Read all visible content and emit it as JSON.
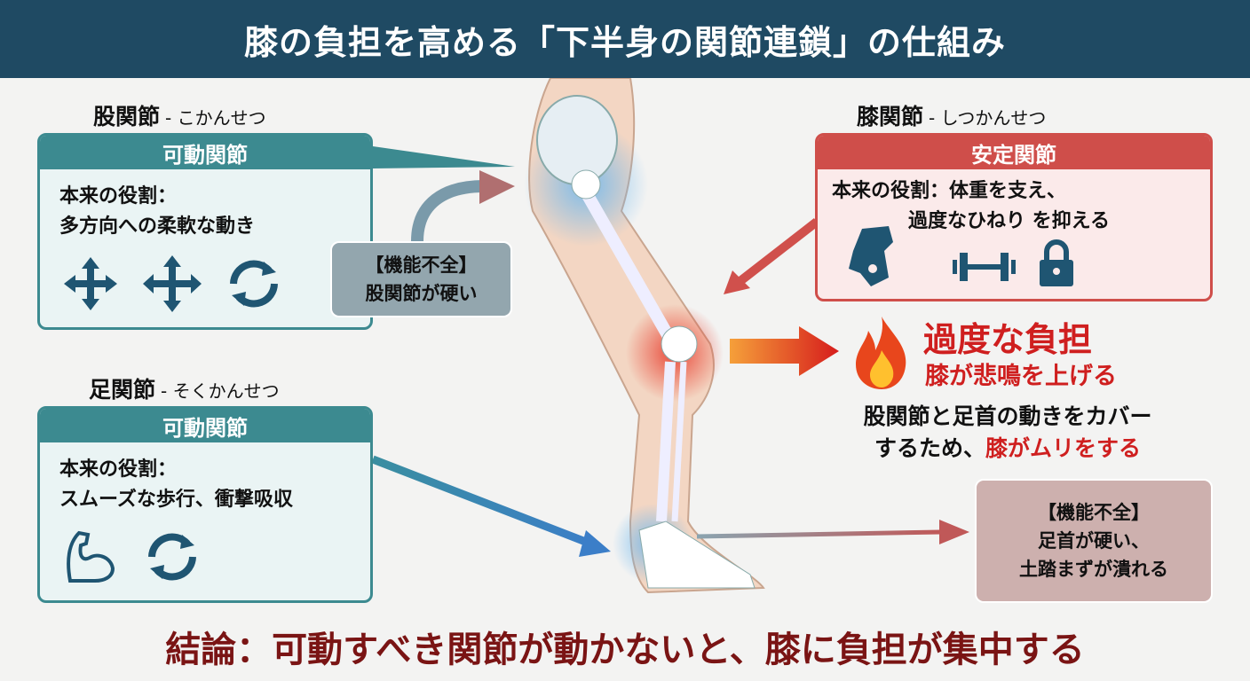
{
  "title": "膝の負担を高める「下半身の関節連鎖」の仕組み",
  "hip": {
    "name": "股関節",
    "reading": "- こかんせつ",
    "type": "可動関節",
    "role_label": "本来の役割：",
    "role": "多方向への柔軟な動き",
    "icons": [
      "move-4way-icon",
      "move-4way-icon",
      "rotate-icon"
    ]
  },
  "hip_dysfunction": {
    "tag": "【機能不全】",
    "text": "股関節が硬い"
  },
  "ankle": {
    "name": "足関節",
    "reading": "- そくかんせつ",
    "type": "可動関節",
    "role_label": "本来の役割：",
    "role": "スムーズな歩行、衝撃吸収",
    "icons": [
      "muscle-icon",
      "rotate-icon"
    ]
  },
  "knee": {
    "name": "膝関節",
    "reading": "- しつかんせつ",
    "type": "安定関節",
    "role_line1": "本来の役割：体重を支え、",
    "role_line2": "過度なひねり を抑える",
    "icons": [
      "knee-joint-icon",
      "dumbbell-icon",
      "lock-icon"
    ]
  },
  "overload": {
    "title": "過度な負担",
    "subtitle": "膝が悲鳴を上げる",
    "desc_line1": "股関節と足首の動きをカバー",
    "desc_line2a": "するため、",
    "desc_line2b": "膝がムリをする"
  },
  "ankle_dysfunction": {
    "tag": "【機能不全】",
    "line1": "足首が硬い、",
    "line2": "土踏まずが潰れる"
  },
  "conclusion": "結論：可動すべき関節が動かないと、膝に負担が集中する",
  "colors": {
    "header": "#1f4a63",
    "teal": "#3c8a90",
    "red": "#cf4e4a",
    "dark_red": "#7a1414",
    "icon": "#1f5572"
  }
}
